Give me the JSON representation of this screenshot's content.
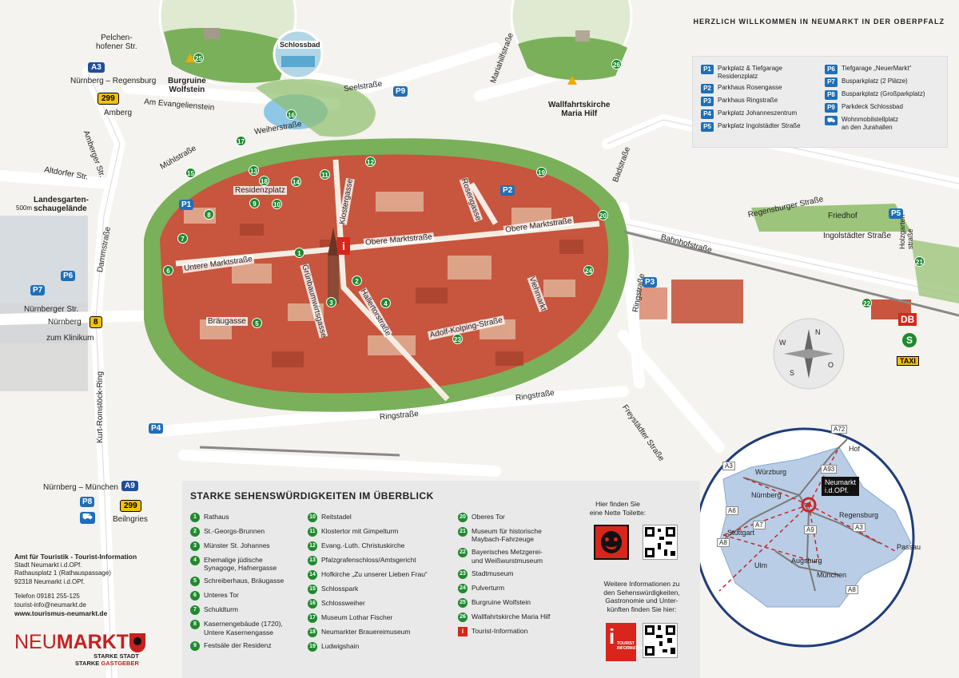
{
  "welcome": "HERZLICH WILLKOMMEN IN NEUMARKT IN DER OBERPFALZ",
  "map_labels": {
    "pelchenhofener": "Pelchen-\nhofener Str.",
    "schlossbad": "Schlossbad",
    "burgruine": "Burgruine\nWolfstein",
    "wallfahrt": "Wallfahrtskirche\nMaria Hilf",
    "nuernberg_regensburg": "Nürnberg – Regensburg",
    "am_evangelienstein": "Am Evangelienstein",
    "amberg": "Amberg",
    "amberger_str": "Amberger Str.",
    "seelstrasse": "Seelstraße",
    "weiherstrasse": "Weiherstraße",
    "muehlstrasse": "Mühlstraße",
    "mariahilfstrasse": "Mariahilfstraße",
    "altdorfer": "Altdorfer Str.",
    "landesgarten": "Landesgarten-\nschaugelände",
    "dist_500m": "500m",
    "residenzplatz": "Residenzplatz",
    "klostergasse": "Klostergasse",
    "rosengasse": "Rosengasse",
    "badstrasse": "Badstraße",
    "regensburger_strasse": "Regensburger Straße",
    "friedhof": "Friedhof",
    "obere_markt_1": "Obere Marktstraße",
    "obere_markt_2": "Obere Marktstraße",
    "untere_markt": "Untere Marktstraße",
    "ingolstaedter": "Ingolstädter Straße",
    "bahnhofstrasse": "Bahnhofstraße",
    "holzgarten": "Holzgarten-\nstraße",
    "dammstrasse": "Dammstraße",
    "nuernberger_str": "Nürnberger Str.",
    "nuernberg": "Nürnberg",
    "klinikum": "zum Klinikum",
    "braeugasse": "Bräugasse",
    "gruenbaum": "Grünbaumwirtsgasse",
    "hallertor": "Hallertorstraße",
    "viehmarkt": "Viehmarkt",
    "adolf_kolping": "Adolf-Kolping-Straße",
    "ringstrasse_1": "Ringstraße",
    "ringstrasse_2": "Ringstraße",
    "ringstrasse_3": "Ringstraße",
    "freystaedter": "Freystädter Straße",
    "kurt_romstoeck": "Kurt-Romstöck-Ring",
    "nuernberg_muenchen": "Nürnberg – München",
    "beilngries": "Beilngries",
    "db": "DB",
    "s": "S",
    "taxi": "TAXI",
    "compass_n": "N",
    "compass_o": "O",
    "compass_s": "S",
    "compass_w": "W"
  },
  "road_badges": {
    "a3": "A3",
    "b299_top": "299",
    "b8": "8",
    "a9": "A9",
    "b299_bottom": "299"
  },
  "parking_badges": {
    "p1": "P1",
    "p2": "P2",
    "p3": "P3",
    "p4": "P4",
    "p5": "P5",
    "p6": "P6",
    "p7": "P7",
    "p8": "P8",
    "p9": "P9"
  },
  "pins": [
    "1",
    "2",
    "3",
    "4",
    "5",
    "6",
    "7",
    "8",
    "9",
    "10",
    "11",
    "12",
    "13",
    "14",
    "15",
    "16",
    "17",
    "18",
    "19",
    "20",
    "21",
    "22",
    "23",
    "24",
    "25",
    "26"
  ],
  "parking_legend": {
    "left": [
      {
        "code": "P1",
        "text": "Parkplatz & Tiefgarage\nResidenzplatz"
      },
      {
        "code": "P2",
        "text": "Parkhaus Rosengasse"
      },
      {
        "code": "P3",
        "text": "Parkhaus Ringstraße"
      },
      {
        "code": "P4",
        "text": "Parkplatz Johanneszentrum"
      },
      {
        "code": "P5",
        "text": "Parkplatz Ingolstädter Straße"
      }
    ],
    "right": [
      {
        "code": "P6",
        "text": "Tiefgarage „NeuerMarkt“"
      },
      {
        "code": "P7",
        "text": "Busparkplatz (2 Plätze)"
      },
      {
        "code": "P8",
        "text": "Busparkplatz (Großparkplatz)"
      },
      {
        "code": "P9",
        "text": "Parkdeck Schlossbad"
      },
      {
        "code": "",
        "text": "Wohnmobilstellplatz\nan den Jurahallen"
      }
    ]
  },
  "sights": {
    "title": "STARKE SEHENSWÜRDIGKEITEN IM ÜBERBLICK",
    "col1": [
      {
        "n": "1",
        "t": "Rathaus"
      },
      {
        "n": "2",
        "t": "St.-Georgs-Brunnen"
      },
      {
        "n": "3",
        "t": "Münster St. Johannes"
      },
      {
        "n": "4",
        "t": "Ehemalige jüdische\nSynagoge, Hafnergasse"
      },
      {
        "n": "5",
        "t": "Schreiberhaus, Bräugasse"
      },
      {
        "n": "6",
        "t": "Unteres Tor"
      },
      {
        "n": "7",
        "t": "Schuldturm"
      },
      {
        "n": "8",
        "t": "Kasernengebäude (1720),\nUntere Kasernengasse"
      },
      {
        "n": "9",
        "t": "Festsäle der Residenz"
      }
    ],
    "col2": [
      {
        "n": "10",
        "t": "Reitstadel"
      },
      {
        "n": "11",
        "t": "Klostertor mit Gimpelturm"
      },
      {
        "n": "12",
        "t": "Evang.-Luth. Christuskirche"
      },
      {
        "n": "13",
        "t": "Pfalzgrafenschloss/Amtsgericht"
      },
      {
        "n": "14",
        "t": "Hofkirche „Zu unserer Lieben Frau“"
      },
      {
        "n": "15",
        "t": "Schlosspark"
      },
      {
        "n": "16",
        "t": "Schlossweiher"
      },
      {
        "n": "17",
        "t": "Museum Lothar Fischer"
      },
      {
        "n": "18",
        "t": "Neumarkter Brauereimuseum"
      },
      {
        "n": "19",
        "t": "Ludwigshain"
      }
    ],
    "col3": [
      {
        "n": "20",
        "t": "Oberes Tor"
      },
      {
        "n": "21",
        "t": "Museum für historische\nMaybach-Fahrzeuge"
      },
      {
        "n": "22",
        "t": "Bayerisches Metzgerei-\nund Weißwurstmuseum"
      },
      {
        "n": "23",
        "t": "Stadtmuseum"
      },
      {
        "n": "24",
        "t": "Pulverturm"
      },
      {
        "n": "25",
        "t": "Burgruine Wolfstein"
      },
      {
        "n": "26",
        "t": "Wallfahrtskirche Maria Hilf"
      },
      {
        "n": "i",
        "t": "Tourist-Information"
      }
    ]
  },
  "toilet_text": "Hier finden Sie\neine Nette Toilette:",
  "more_info_text": "Weitere Informationen zu\nden Sehenswürdigkeiten,\nGastronomie und Unter-\nkünften finden Sie hier:",
  "tourist_logo_text": "TOURIST\nINFORMATION",
  "contact": {
    "org": "Amt für Touristik - Tourist-Information",
    "addr1": "Stadt Neumarkt i.d.OPf.",
    "addr2": "Rathausplatz 1 (Rathauspassage)",
    "addr3": "92318 Neumarkt i.d.OPf.",
    "tel": "Telefon 09181 255-125",
    "mail": "tourist-info@neumarkt.de",
    "web": "www.tourismus-neumarkt.de"
  },
  "brand": {
    "neu": "NEU",
    "markt": "MARKT",
    "sub1": "STARKE STADT",
    "sub2a": "STARKE ",
    "sub2b": "GASTGEBER"
  },
  "overview": {
    "neumarkt": "Neumarkt\ni.d.OPf.",
    "wuerzburg": "Würzburg",
    "hof": "Hof",
    "nuernberg": "Nürnberg",
    "regensburg": "Regensburg",
    "stuttgart": "Stuttgart",
    "passau": "Passau",
    "ulm": "Ulm",
    "augsburg": "Augsburg",
    "muenchen": "München",
    "a72": "A72",
    "a3_1": "A3",
    "a93": "A93",
    "a6": "A6",
    "a7": "A7",
    "a9_1": "A9",
    "a9_2": "A9",
    "a3_2": "A3",
    "a8_1": "A8",
    "a8_2": "A8"
  },
  "colors": {
    "park_blue": "#1f6fb8",
    "pin_green": "#1f8a2e",
    "roof_red": "#c8553d",
    "brand_red": "#c91f1f"
  }
}
